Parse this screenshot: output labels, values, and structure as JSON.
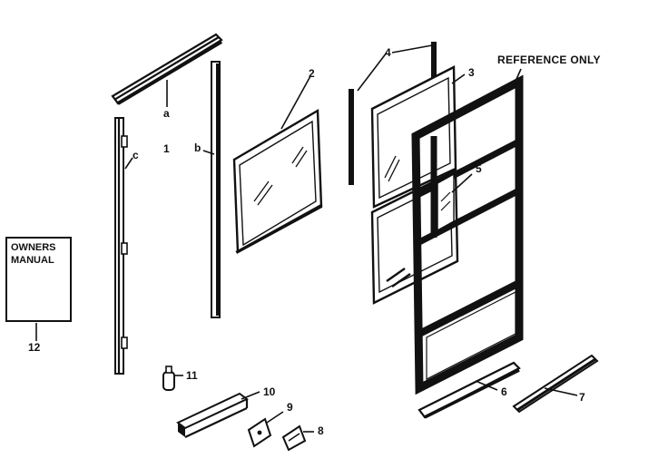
{
  "reference_label": "REFERENCE ONLY",
  "manual": {
    "line1": "OWNERS",
    "line2": "MANUAL"
  },
  "callouts": {
    "a": "a",
    "b": "b",
    "c": "c",
    "p1": "1",
    "p2": "2",
    "p3": "3",
    "p4": "4",
    "p5": "5",
    "p6": "6",
    "p7": "7",
    "p8": "8",
    "p9": "9",
    "p10": "10",
    "p11": "11",
    "p12": "12"
  }
}
